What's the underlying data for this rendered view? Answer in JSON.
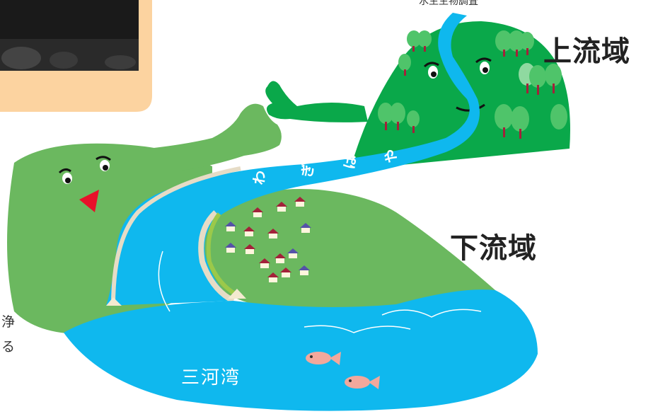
{
  "labels": {
    "top_caption": "水生生物調査",
    "upstream": "上流域",
    "downstream": "下流域",
    "bay": "三河湾",
    "left_fragment_1": "浄",
    "left_fragment_2": "る"
  },
  "river_name_chars": [
    "や",
    "は",
    "ぎ",
    "わ"
  ],
  "colors": {
    "river": "#0fb8ee",
    "mountain": "#0aa84a",
    "land": "#6bb85f",
    "photo_frame": "#fcd3a0",
    "house_roof_red": "#a3223a",
    "house_roof_blue": "#5552a8",
    "fish": "#f2a89c"
  },
  "icons": [
    "mountain-character",
    "land-character",
    "tree-icon",
    "house-icon",
    "fish-icon",
    "photo-frame"
  ]
}
